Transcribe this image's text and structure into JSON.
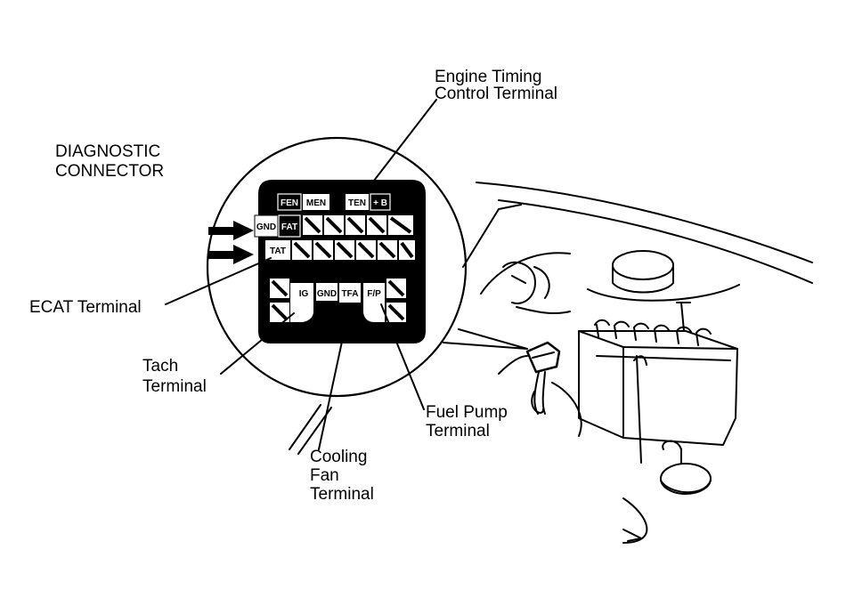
{
  "labels": {
    "title_line1": "DIAGNOSTIC",
    "title_line2": "CONNECTOR",
    "engine_timing_line1": "Engine Timing",
    "engine_timing_line2": "Control Terminal",
    "ecat": "ECAT Terminal",
    "tach_line1": "Tach",
    "tach_line2": "Terminal",
    "cooling_line1": "Cooling",
    "cooling_line2": "Fan",
    "cooling_line3": "Terminal",
    "fuel_line1": "Fuel Pump",
    "fuel_line2": "Terminal"
  },
  "pins": {
    "fen": "FEN",
    "men": "MEN",
    "ten": "TEN",
    "plus_b": "+ B",
    "gnd_top": "GND",
    "fat": "FAT",
    "tat": "TAT",
    "ig": "IG",
    "gnd_bottom": "GND",
    "tfa": "TFA",
    "fp": "F/P"
  },
  "colors": {
    "ink": "#000000",
    "paper": "#ffffff"
  }
}
